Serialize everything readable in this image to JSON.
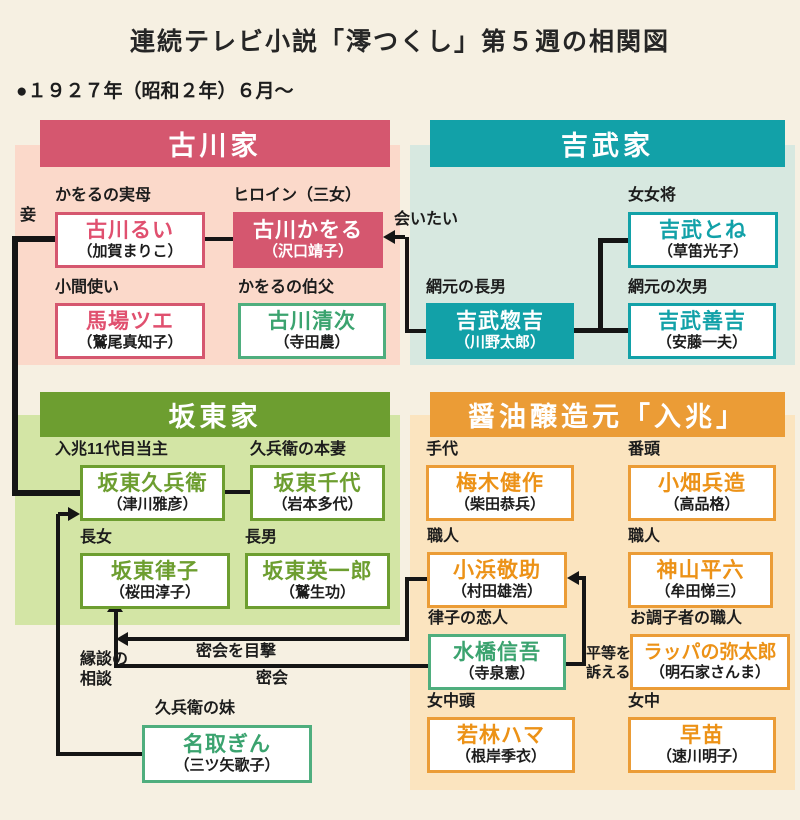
{
  "page": {
    "title": "連続テレビ小説「澪つくし」第５週の相関図",
    "subtitle": "●１９２７年（昭和２年）６月～"
  },
  "families": {
    "furukawa": {
      "name": "古川家",
      "members": {
        "rui": {
          "role": "かをるの実母",
          "name": "古川るい",
          "actor": "（加賀まりこ）"
        },
        "kaoru": {
          "role": "ヒロイン（三女）",
          "name": "古川かをる",
          "actor": "（沢口靖子）"
        },
        "tsue": {
          "role": "小間使い",
          "name": "馬場ツエ",
          "actor": "（鷲尾真知子）"
        },
        "seiji": {
          "role": "かをるの伯父",
          "name": "古川清次",
          "actor": "（寺田農）"
        }
      }
    },
    "yoshitake": {
      "name": "吉武家",
      "members": {
        "tone": {
          "role": "女女将",
          "name": "吉武とね",
          "actor": "（草笛光子）"
        },
        "sokichi": {
          "role": "網元の長男",
          "name": "吉武惣吉",
          "actor": "（川野太郎）"
        },
        "zenkichi": {
          "role": "網元の次男",
          "name": "吉武善吉",
          "actor": "（安藤一夫）"
        }
      }
    },
    "bando": {
      "name": "坂東家",
      "members": {
        "kyubei": {
          "role": "入兆11代目当主",
          "name": "坂東久兵衛",
          "actor": "（津川雅彦）"
        },
        "chiyo": {
          "role": "久兵衛の本妻",
          "name": "坂東千代",
          "actor": "（岩本多代）"
        },
        "ritsuko": {
          "role": "長女",
          "name": "坂東律子",
          "actor": "（桜田淳子）"
        },
        "eiichiro": {
          "role": "長男",
          "name": "坂東英一郎",
          "actor": "（鷲生功）"
        },
        "gin": {
          "role": "久兵衛の妹",
          "name": "名取ぎん",
          "actor": "（三ツ矢歌子）"
        }
      }
    },
    "iricho": {
      "name": "醤油醸造元「入兆」",
      "members": {
        "umeki": {
          "role": "手代",
          "name": "梅木健作",
          "actor": "（柴田恭兵）"
        },
        "obata": {
          "role": "番頭",
          "name": "小畑兵造",
          "actor": "（高品格）"
        },
        "kohama": {
          "role": "職人",
          "name": "小浜敬助",
          "actor": "（村田雄浩）"
        },
        "kamiyama": {
          "role": "職人",
          "name": "神山平六",
          "actor": "（牟田悌三）"
        },
        "mizuhashi": {
          "role": "律子の恋人",
          "name": "水橋信吾",
          "actor": "（寺泉憲）"
        },
        "yataro": {
          "role": "お調子者の職人",
          "name": "ラッパの弥太郎",
          "actor": "（明石家さんま）"
        },
        "hama": {
          "role": "女中頭",
          "name": "若林ハマ",
          "actor": "（根岸季衣）"
        },
        "sanae": {
          "role": "女中",
          "name": "早苗",
          "actor": "（速川明子）"
        }
      }
    }
  },
  "relations": {
    "mekake": "妾",
    "aitai": "会いたい",
    "mikkai_mokugeki": "密会を目撃",
    "mikkai": "密会",
    "byodo": "平等を\n訴える",
    "endan": "縁談の\n相談"
  },
  "colors": {
    "pink": "#d5576f",
    "teal": "#12a1a8",
    "green": "#6d9e30",
    "mint": "#4fae7e",
    "orange": "#eb9c36",
    "panel_pink": "#fbd9ca",
    "panel_teal": "#d7e8e0",
    "panel_green": "#d3e5a5",
    "panel_orange": "#fbe4bf",
    "background": "#f6f0e2",
    "line": "#151515"
  }
}
